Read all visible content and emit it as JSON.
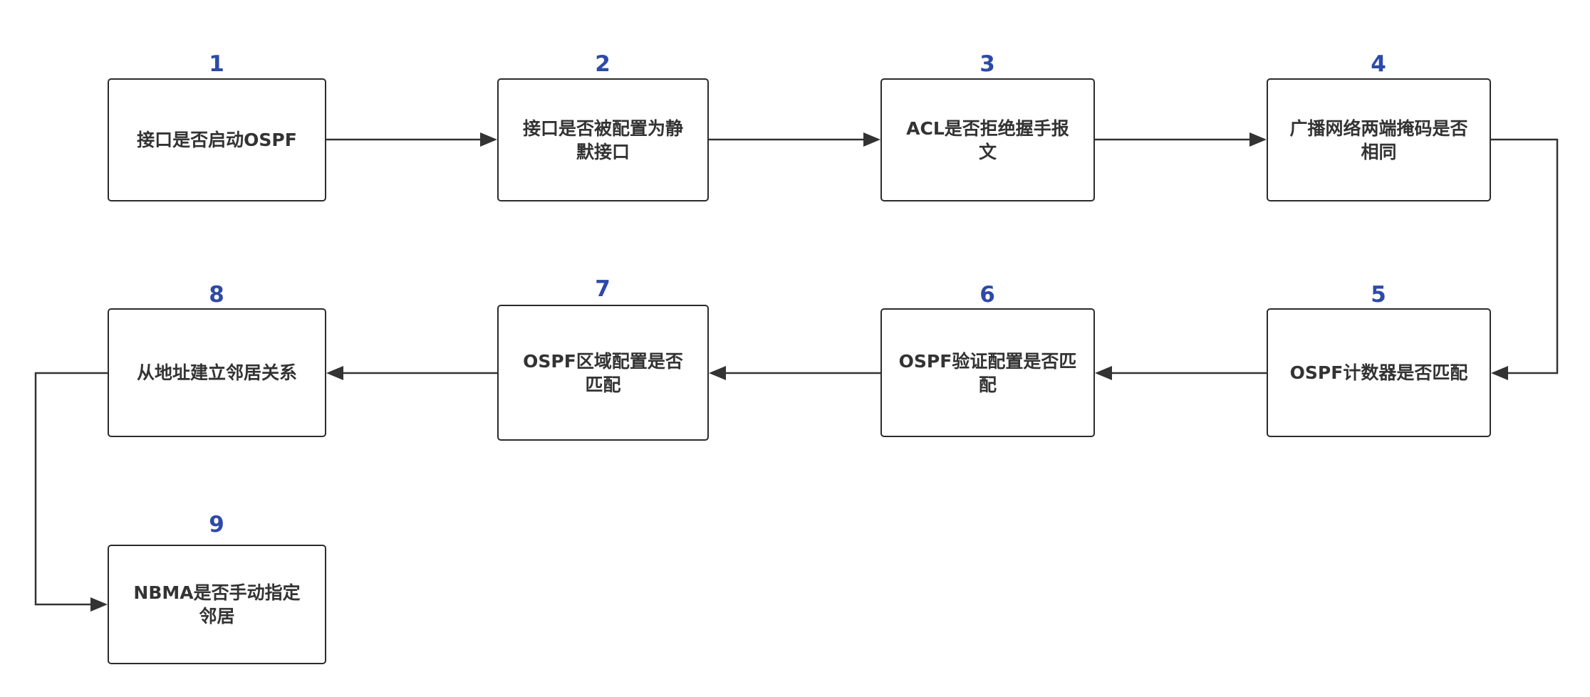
{
  "diagram": {
    "steps": [
      {
        "number": "1",
        "label": "接口是否启动OSPF"
      },
      {
        "number": "2",
        "label": "接口是否被配置为静默接口"
      },
      {
        "number": "3",
        "label": "ACL是否拒绝握手报文"
      },
      {
        "number": "4",
        "label": "广播网络两端掩码是否相同"
      },
      {
        "number": "5",
        "label": "OSPF计数器是否匹配"
      },
      {
        "number": "6",
        "label": "OSPF验证配置是否匹配"
      },
      {
        "number": "7",
        "label": "OSPF区域配置是否匹配"
      },
      {
        "number": "8",
        "label": "从地址建立邻居关系"
      },
      {
        "number": "9",
        "label": "NBMA是否手动指定邻居"
      }
    ],
    "flow": [
      "1",
      "2",
      "3",
      "4",
      "5",
      "6",
      "7",
      "8",
      "9"
    ],
    "colors": {
      "number": "#2e4aa8",
      "text": "#333333",
      "border": "#2b2b2b",
      "connector": "#333333",
      "background": "#ffffff"
    }
  }
}
